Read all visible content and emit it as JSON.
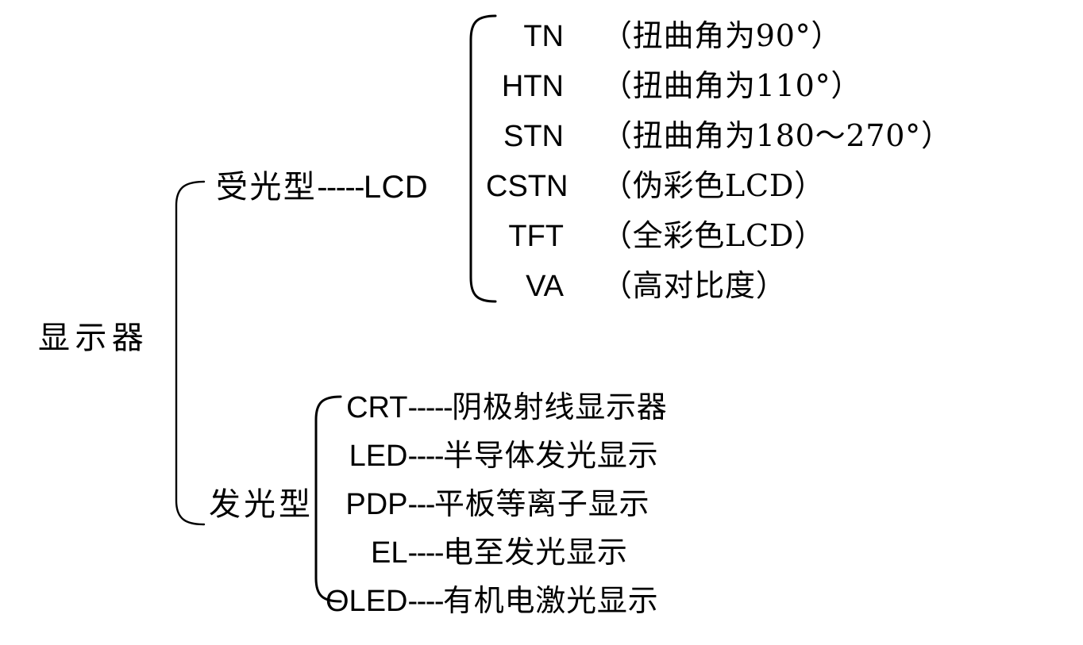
{
  "diagram": {
    "title_text": "显示器",
    "root": {
      "label": "显示器"
    },
    "branches": [
      {
        "id": "light-receiving",
        "label_prefix": "受光型",
        "label_dashes": "-----",
        "label_suffix": "LCD",
        "label_full": "受光型-----LCD",
        "leaves": [
          {
            "key": "TN",
            "desc": "（扭曲角为90°）"
          },
          {
            "key": "HTN",
            "desc": "（扭曲角为110°）"
          },
          {
            "key": "STN",
            "desc": "（扭曲角为180〜270°）"
          },
          {
            "key": "CSTN",
            "desc": "（伪彩色LCD）"
          },
          {
            "key": "TFT",
            "desc": "（全彩色LCD）"
          },
          {
            "key": "VA",
            "desc": "（高对比度）"
          }
        ]
      },
      {
        "id": "emissive",
        "label_prefix": "发光型",
        "label_dashes": "",
        "label_suffix": "",
        "label_full": "发光型",
        "leaves": [
          {
            "key": "CRT",
            "dashes": "-----",
            "desc": "阴极射线显示器"
          },
          {
            "key": "LED",
            "dashes": "----",
            "desc": "半导体发光显示"
          },
          {
            "key": "PDP",
            "dashes": "---",
            "desc": "平板等离子显示"
          },
          {
            "key": "EL",
            "dashes": "----",
            "desc": "电至发光显示"
          },
          {
            "key": "OLED",
            "dashes": "----",
            "desc": "有机电激光显示"
          }
        ]
      }
    ],
    "colors": {
      "background": "#ffffff",
      "ink": "#000000"
    }
  }
}
